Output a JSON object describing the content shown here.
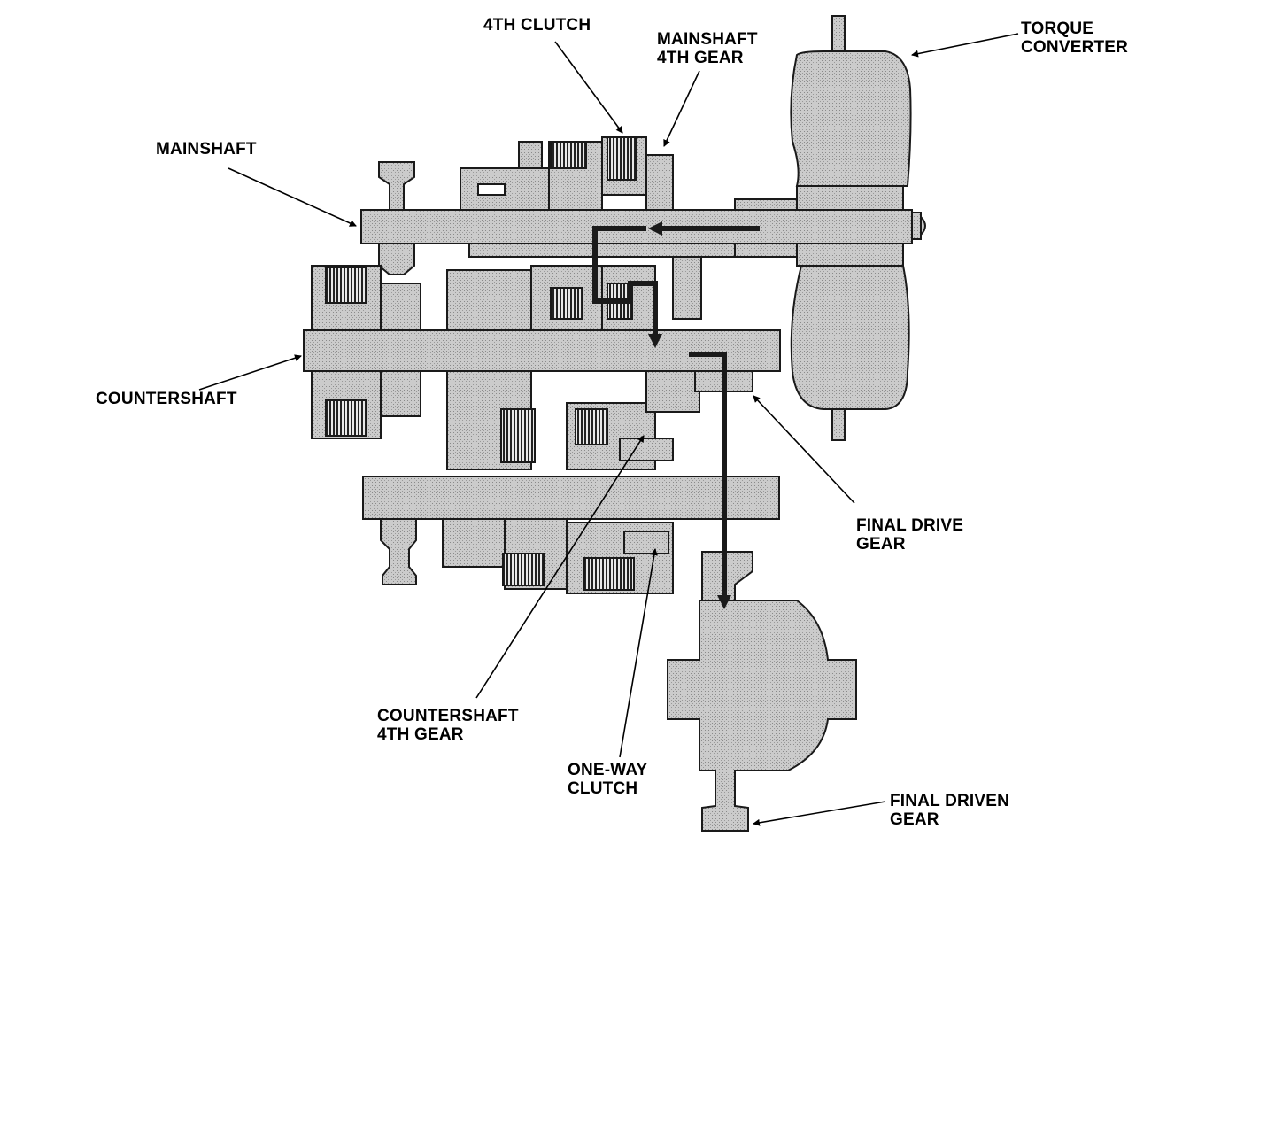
{
  "labels": {
    "fourth_clutch": "4TH CLUTCH",
    "mainshaft_4th_gear": [
      "MAINSHAFT",
      "4TH GEAR"
    ],
    "torque_converter": [
      "TORQUE",
      "CONVERTER"
    ],
    "mainshaft": "MAINSHAFT",
    "countershaft": "COUNTERSHAFT",
    "final_drive_gear": [
      "FINAL DRIVE",
      "GEAR"
    ],
    "countershaft_4th_gear": [
      "COUNTERSHAFT",
      "4TH GEAR"
    ],
    "one_way_clutch": [
      "ONE-WAY",
      "CLUTCH"
    ],
    "final_driven_gear": [
      "FINAL DRIVEN",
      "GEAR"
    ]
  },
  "colors": {
    "part_fill": "#c4c4c4",
    "part_stroke": "#1a1a1a",
    "power_flow": "#1a1a1a",
    "leader": "#000000"
  }
}
